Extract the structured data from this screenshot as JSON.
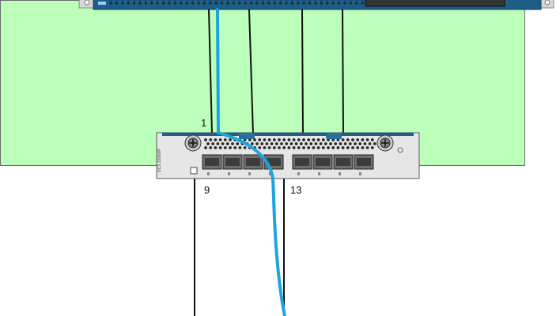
{
  "diagram": {
    "port_labels": {
      "port_1": "1",
      "port_9": "9",
      "port_13": "13"
    },
    "module_label": "UCS 2208XP",
    "colors": {
      "green_zone": "#bbffbb",
      "chassis_blue": "#1e5d86",
      "cable_blue": "#1ca4e0",
      "cable_black": "#111111",
      "module_body": "#e6e6e6"
    }
  }
}
